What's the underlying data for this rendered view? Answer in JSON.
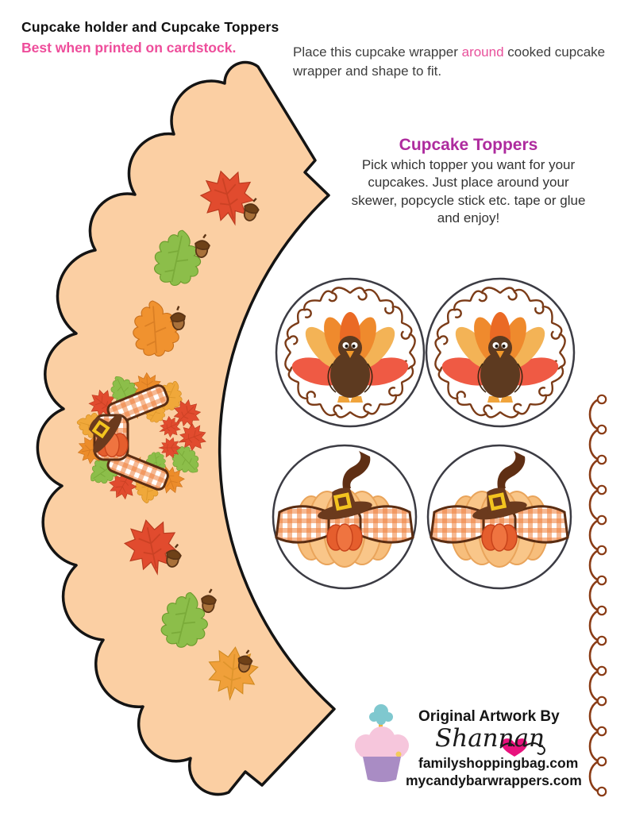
{
  "page": {
    "title": "Cupcake holder and Cupcake Toppers",
    "subtitle": "Best when printed on cardstock.",
    "instruction": {
      "pre": "Place this cupcake wrapper ",
      "highlight": "around",
      "post": " cooked cupcake wrapper and shape to fit."
    },
    "toppers": {
      "heading": "Cupcake Toppers",
      "body": "Pick which topper you want for your cupcakes. Just place around your skewer, popcycle stick etc. tape or glue and enjoy!"
    },
    "footer": {
      "credit": "Original Artwork By",
      "signature": "Shannan",
      "site1": "familyshoppingbag.com",
      "site2": "mycandybarwrappers.com"
    }
  },
  "icons": {
    "heart": "❤"
  },
  "colors": {
    "accent_pink": "#ee4d9b",
    "heading_magenta": "#ae2b9e",
    "wrapper_peach": "#fbcfa3",
    "outline_black": "#141414",
    "swirl_brown": "#7b3b17",
    "border_brown": "#8a3c16",
    "turkey_body_brown": "#5d3a20",
    "feather_red": "#ef5a44",
    "feather_yellow": "#f3b356",
    "feather_orange": "#ef8a2d",
    "pumpkin_light": "#f7be7c",
    "pumpkin_red": "#e55e2d",
    "hat_brown": "#6b3a1d",
    "buckle_yellow": "#f3c41f",
    "leaf_red": "#e14b2e",
    "leaf_green": "#8cbe4a",
    "leaf_orange": "#ec8c2a",
    "heart_pink": "#e8127d"
  }
}
